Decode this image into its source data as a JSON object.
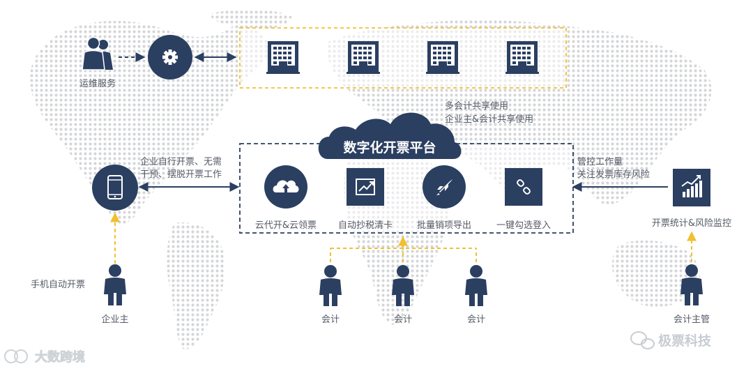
{
  "colors": {
    "navy": "#2b3f61",
    "gold": "#f0c030",
    "map_dots": "#d4d6d9",
    "label": "#555b66"
  },
  "ops": {
    "label": "运维服务",
    "people_icon": "people-icon",
    "gear_icon": "gear-icon"
  },
  "shared": {
    "buildings": [
      "building-icon",
      "building-icon",
      "building-icon",
      "building-icon"
    ],
    "line1": "多会计共享使用",
    "line2": "企业主&会计共享使用"
  },
  "platform": {
    "title": "数字化开票平台",
    "features": [
      {
        "label": "云代开&云领票",
        "icon": "cloud-upload-icon"
      },
      {
        "label": "自动抄税清卡",
        "icon": "trend-chart-icon"
      },
      {
        "label": "批量销项导出",
        "icon": "rocket-icon"
      },
      {
        "label": "一键勾选登入",
        "icon": "link-icon"
      }
    ]
  },
  "left": {
    "note_line1": "企业自行开票、无需",
    "note_line2": "干预、摆脱开票工作",
    "phone_icon": "phone-icon",
    "action_label": "手机自动开票",
    "person_label": "企业主"
  },
  "right": {
    "note_line1": "管控工作量",
    "note_line2": "关注发票库存风险",
    "chart_icon": "bar-chart-icon",
    "chart_label": "开票统计&风险监控",
    "person_label": "会计主管"
  },
  "accountants": [
    "会计",
    "会计",
    "会计"
  ],
  "watermarks": {
    "left_brand": "大数跨境",
    "right_brand": "极票科技"
  }
}
